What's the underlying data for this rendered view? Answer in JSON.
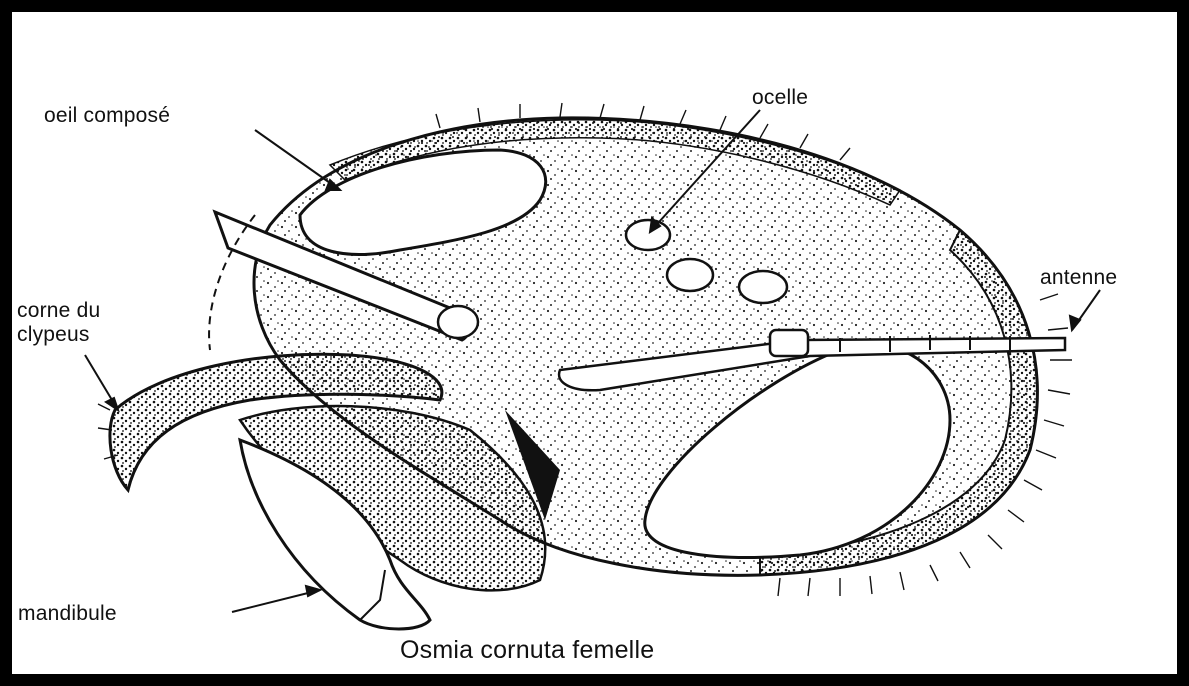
{
  "figure": {
    "caption": "Osmia cornuta femelle",
    "labels": {
      "compound_eye": "oeil composé",
      "ocellus": "ocelle",
      "antenna": "antenne",
      "clypeus_horn_line1": "corne du",
      "clypeus_horn_line2": "clypeus",
      "mandible": "mandibule"
    }
  }
}
